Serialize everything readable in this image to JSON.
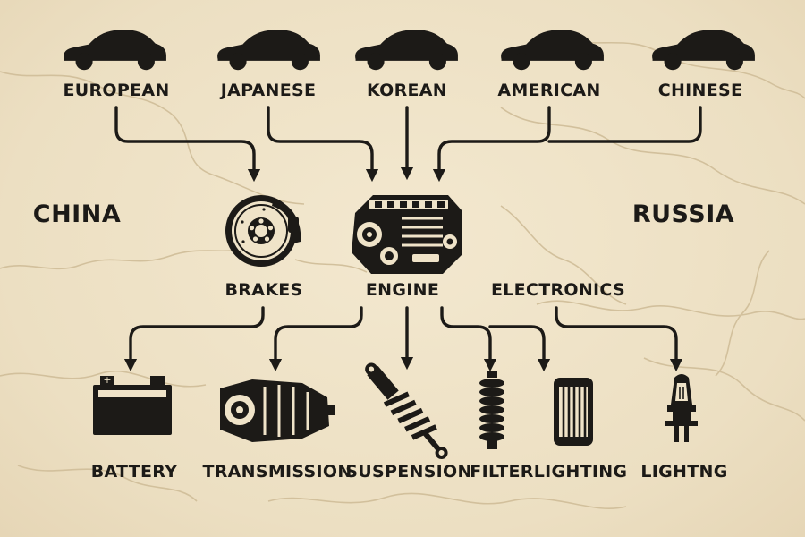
{
  "origins": [
    {
      "id": "european",
      "label": "EUROPEAN",
      "icon": "car-silhouette-icon"
    },
    {
      "id": "japanese",
      "label": "JAPANESE",
      "icon": "car-silhouette-icon"
    },
    {
      "id": "korean",
      "label": "KOREAN",
      "icon": "car-silhouette-icon"
    },
    {
      "id": "american",
      "label": "AMERICAN",
      "icon": "car-silhouette-icon"
    },
    {
      "id": "chinese",
      "label": "CHINESE",
      "icon": "car-silhouette-icon"
    }
  ],
  "countries": {
    "left": "CHINA",
    "right": "RUSSIA"
  },
  "hubs": [
    {
      "id": "brakes",
      "label": "BRAKES",
      "icon": "brake-disc-icon"
    },
    {
      "id": "engine",
      "label": "ENGINE",
      "icon": "engine-icon"
    },
    {
      "id": "electronics",
      "label": "ELECTRONICS"
    }
  ],
  "parts": [
    {
      "id": "battery",
      "label": "BATTERY",
      "icon": "battery-icon"
    },
    {
      "id": "transmission",
      "label": "TRANSMISSION",
      "icon": "transmission-icon"
    },
    {
      "id": "suspension",
      "label": "SUSPENSION",
      "icon": "shock-absorber-icon"
    },
    {
      "id": "filter",
      "label": "FILTER",
      "icon": "coil-spring-icon"
    },
    {
      "id": "lighting",
      "label": "LIGHTING",
      "icon": "oil-filter-icon"
    },
    {
      "id": "lighting-bulb",
      "label": "LIGHTNG",
      "icon": "headlight-bulb-icon"
    }
  ],
  "colors": {
    "ink": "#1c1a17",
    "map_background": "#efe3c8",
    "map_lines": "#d2c09c"
  }
}
